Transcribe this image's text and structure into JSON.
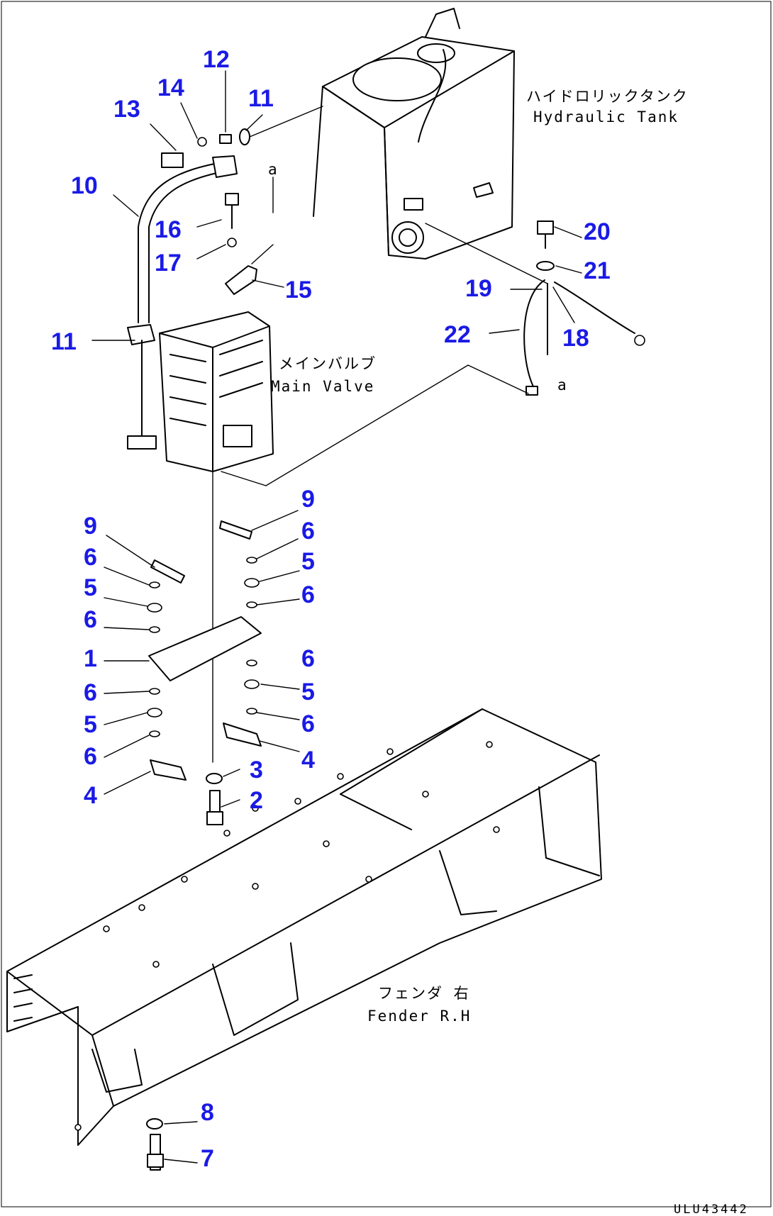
{
  "captions": {
    "tank_jp": "ハイドロリックタンク",
    "tank_en": "Hydraulic Tank",
    "valve_jp": "メインバルブ",
    "valve_en": "Main Valve",
    "fender_jp": "フェンダ 右",
    "fender_en": "Fender R.H"
  },
  "ref_letters": [
    "a",
    "a"
  ],
  "part_numbers": [
    "12",
    "14",
    "11",
    "13",
    "10",
    "16",
    "17",
    "15",
    "11",
    "9",
    "6",
    "5",
    "6",
    "1",
    "6",
    "5",
    "6",
    "4",
    "3",
    "2",
    "9",
    "6",
    "5",
    "6",
    "6",
    "5",
    "6",
    "4",
    "20",
    "21",
    "19",
    "22",
    "18",
    "8",
    "7"
  ],
  "drawing_code": "ULU43442"
}
